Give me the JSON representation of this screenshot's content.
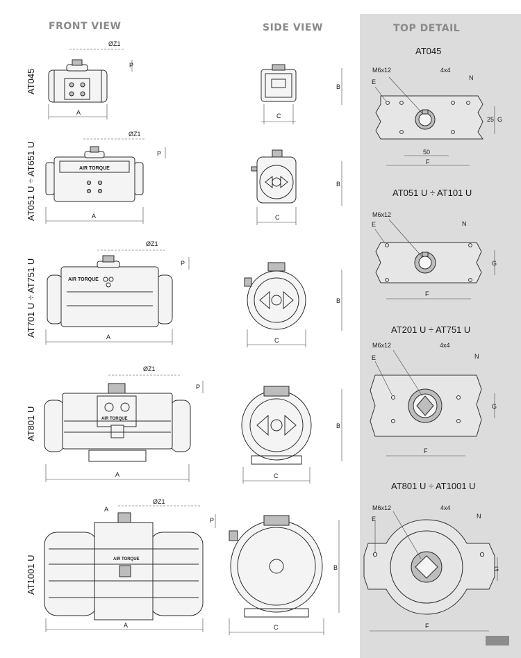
{
  "headers": {
    "front": "FRONT VIEW",
    "side": "SIDE VIEW",
    "top": "TOP DETAIL"
  },
  "models": [
    "AT045",
    "AT051 U ÷ AT651 U",
    "AT701 U ÷ AT751 U",
    "AT801 U",
    "AT1001 U"
  ],
  "detail_titles": [
    "AT045",
    "AT051 U ÷ AT101 U",
    "AT201 U ÷ AT751 U",
    "AT801 U ÷ AT1001 U"
  ],
  "dims": {
    "z1": "ØZ1",
    "p": "P",
    "a": "A",
    "b": "B",
    "c": "C",
    "f": "F",
    "g": "G",
    "e": "E",
    "n": "N",
    "m6x12": "M6x12",
    "four_x_four": "4x4",
    "twenty_five": "25",
    "fifty": "50"
  },
  "brand": "AIR TORQUE"
}
